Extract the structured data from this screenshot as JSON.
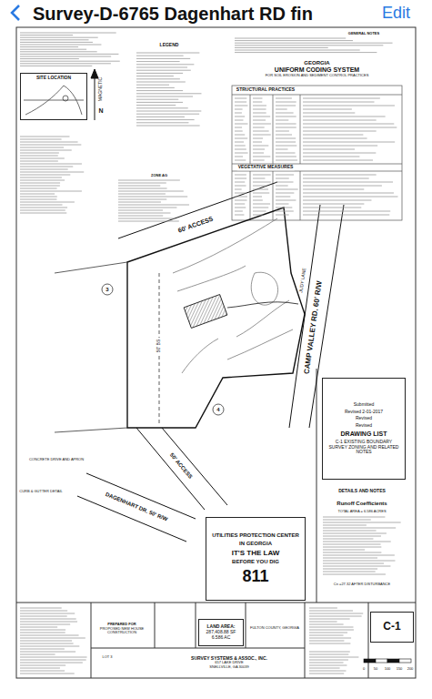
{
  "diagram": {
    "nodes": [
      {
        "text": [
          "GEORGIA",
          "UNIFORM CODING SYSTEM",
          "FOR SOIL EROSION AND SEDIMENT CONTROL PRACTICES"
        ]
      },
      {
        "text": [
          "SITE LOCATION"
        ]
      },
      {
        "text": [
          "Submitted",
          "Revised 2-01-2017",
          "Revised",
          "Revised",
          "DRAWING LIST",
          "C-1 EXISTING BOUNDARY SURVEY ZONING AND RELATED NOTES"
        ]
      },
      {
        "text": [
          "UTILITIES PROTECTION CENTER",
          "IN GEORGIA",
          "IT'S THE LAW",
          "BEFORE YOU DIG",
          "811"
        ]
      },
      {
        "text": [
          "PREPARED FOR",
          "PROPOSED NEW HOUSE CONSTRUCTION"
        ]
      },
      {
        "text": [
          "LAND AREA:",
          "287,408.88 SF",
          "6.586 AC"
        ]
      },
      {
        "text": [
          "SURVEY SYSTEMS & ASSOC., INC.",
          "657 LAKE DRIVE",
          "SNELLVILLE, GA 30039"
        ]
      },
      {
        "text": [
          "C-1"
        ]
      }
    ],
    "labels": [
      "Survey-D-6765 Dagenhart RD fin",
      "Edit",
      "N",
      "MAGNETIC",
      "LEGEND",
      "GENERAL NOTES",
      "STRUCTURAL PRACTICES",
      "VEGETATIVE MEASURES",
      "60' ACCESS",
      "CAMP VALLEY RD. 60' R/W",
      "JUDY LANE",
      "50' BS",
      "3",
      "4",
      "50' ACCESS",
      "DAGENHART DR. 50' R/W",
      "CONCRETE DRIVE AND APRON",
      "CURB & GUTTER DETAIL",
      "DETAILS AND NOTES",
      "Runoff Coefficients",
      "TOTAL AREA = 6.586 ACRES",
      "Cn =27.32 AFTER DISTURBANCE",
      "LOT 3",
      "FULTON COUNTY, GEORGIA",
      "ZONE AG",
      "0",
      "50",
      "100",
      "150",
      "200"
    ]
  }
}
